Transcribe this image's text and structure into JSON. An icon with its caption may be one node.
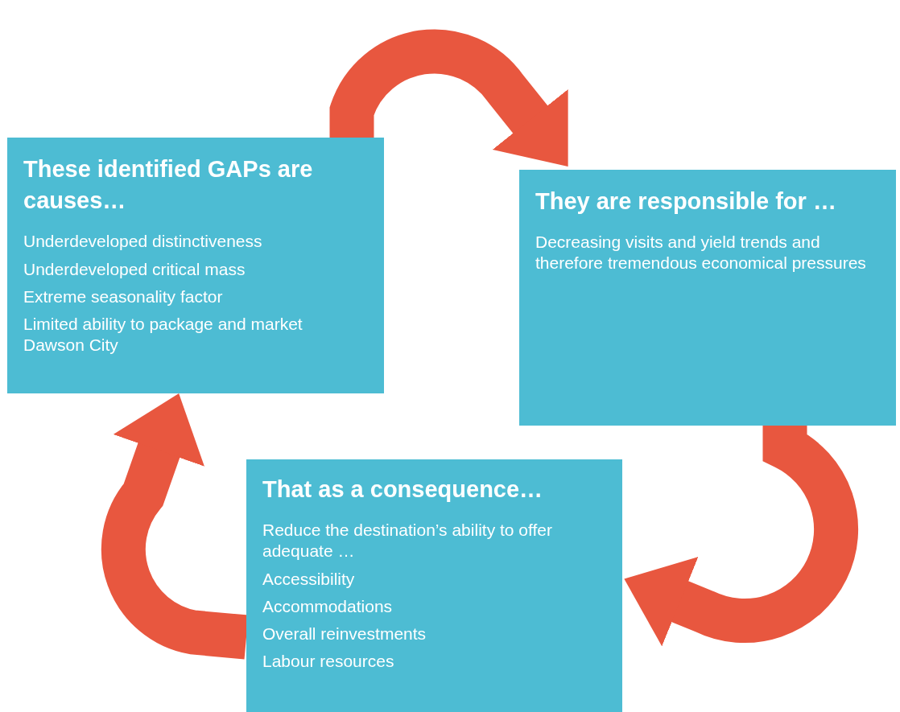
{
  "diagram": {
    "nodes": [
      {
        "text": [
          "These identified GAPs are causes…",
          "Underdeveloped distinctiveness",
          "Underdeveloped critical mass",
          "Extreme seasonality factor",
          "Limited ability to package and market Dawson City"
        ]
      },
      {
        "text": [
          "They are responsible for …",
          "Decreasing visits and yield trends and therefore tremendous economical pressures"
        ]
      },
      {
        "text": [
          "That as a consequence…",
          "Reduce the destination’s ability to offer adequate …",
          "Accessibility",
          "Accommodations",
          "Overall reinvestments",
          "Labour resources"
        ]
      }
    ],
    "edges": [
      {
        "from": 0,
        "to": 1,
        "arrow": "to"
      },
      {
        "from": 1,
        "to": 2,
        "arrow": "to"
      },
      {
        "from": 2,
        "to": 0,
        "arrow": "to"
      }
    ]
  }
}
